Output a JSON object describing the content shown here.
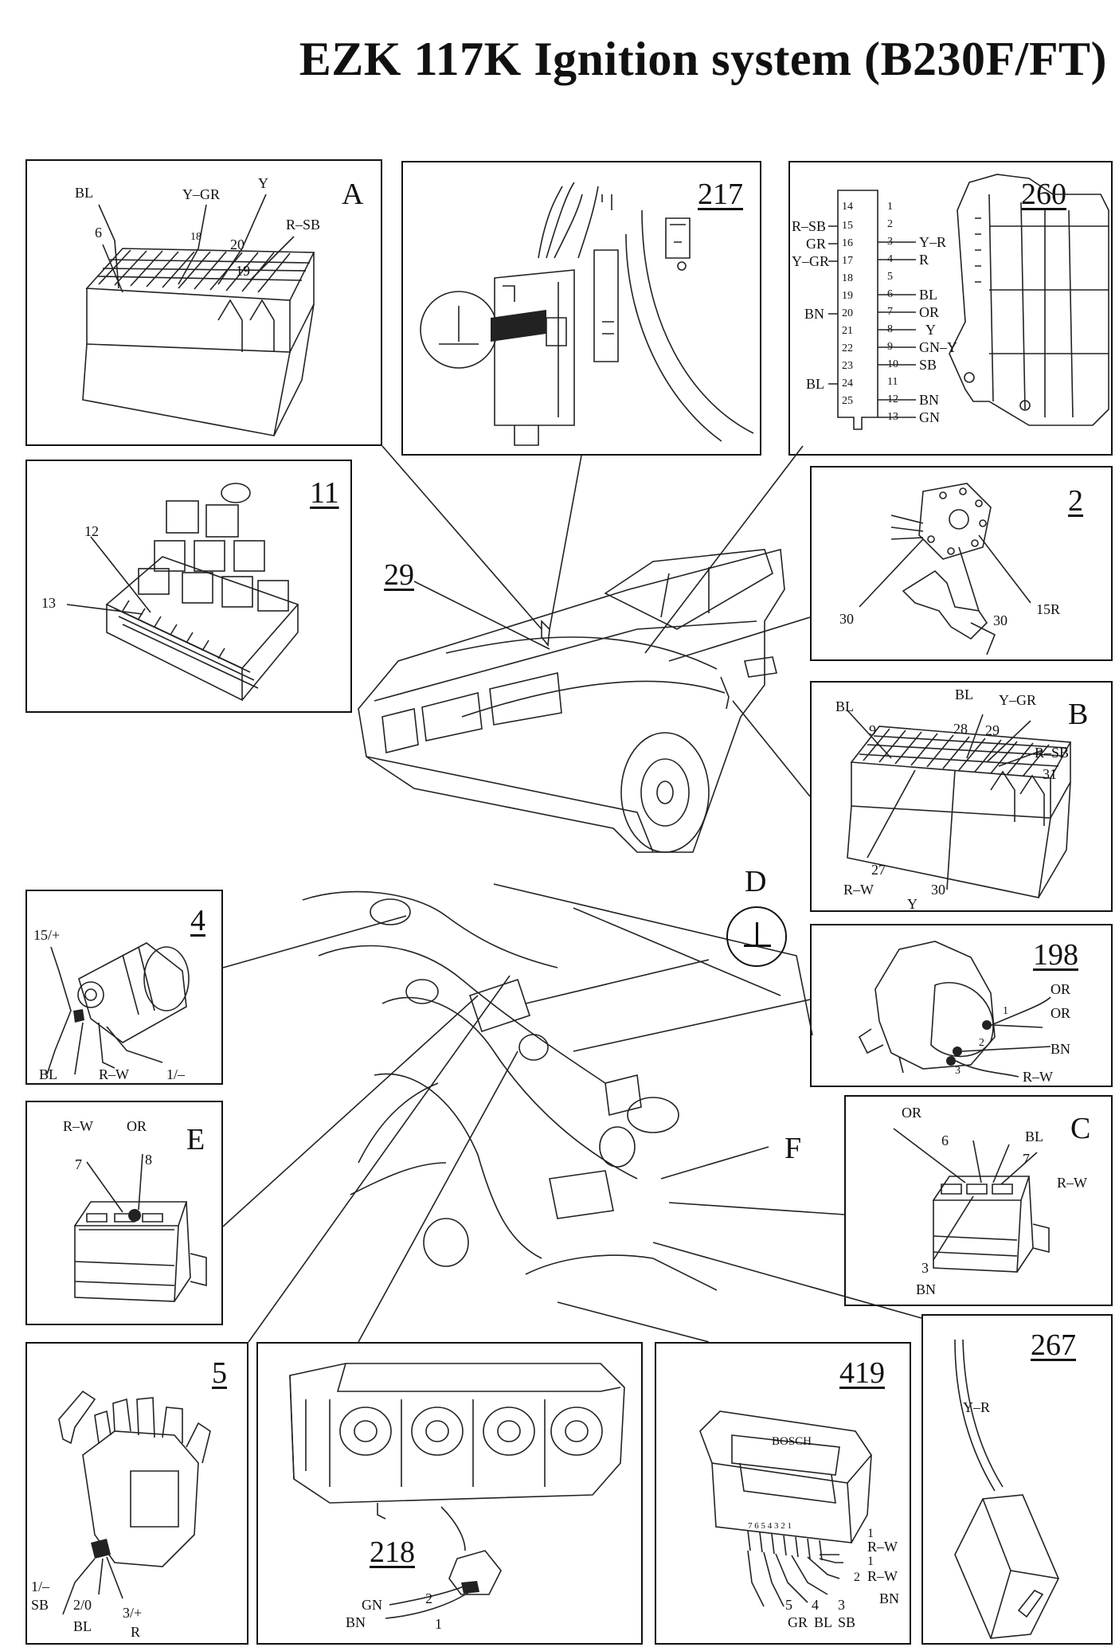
{
  "title": "EZK 117K Ignition system (B230F/FT)",
  "panels": {
    "A": {
      "id": "A",
      "labels": [
        "BL",
        "6",
        "Y–GR",
        "18",
        "Y",
        "20",
        "R–SB",
        "19"
      ]
    },
    "p217": {
      "id": "217"
    },
    "p260": {
      "id": "260",
      "left_pins": [
        {
          "wire": "R–SB",
          "pin": "15"
        },
        {
          "wire": "GR",
          "pin": "16"
        },
        {
          "wire": "Y–GR",
          "pin": "17"
        },
        {
          "wire": "",
          "pin": "18"
        },
        {
          "wire": "",
          "pin": "19"
        },
        {
          "wire": "BN",
          "pin": "20"
        },
        {
          "wire": "",
          "pin": "21"
        },
        {
          "wire": "",
          "pin": "22"
        },
        {
          "wire": "",
          "pin": "23"
        },
        {
          "wire": "BL",
          "pin": "24"
        },
        {
          "wire": "",
          "pin": "25"
        }
      ],
      "top_pin": "14",
      "right_pins": [
        {
          "pin": "1",
          "wire": ""
        },
        {
          "pin": "2",
          "wire": ""
        },
        {
          "pin": "3",
          "wire": "Y–R"
        },
        {
          "pin": "4",
          "wire": "R"
        },
        {
          "pin": "5",
          "wire": ""
        },
        {
          "pin": "6",
          "wire": "BL"
        },
        {
          "pin": "7",
          "wire": "OR"
        },
        {
          "pin": "8",
          "wire": "Y"
        },
        {
          "pin": "9",
          "wire": "GN–Y"
        },
        {
          "pin": "10",
          "wire": "SB"
        },
        {
          "pin": "11",
          "wire": ""
        },
        {
          "pin": "12",
          "wire": "BN"
        },
        {
          "pin": "13",
          "wire": "GN"
        }
      ]
    },
    "p11": {
      "id": "11",
      "labels": [
        "12",
        "13"
      ]
    },
    "p2": {
      "id": "2",
      "labels": [
        "30",
        "30",
        "15R"
      ]
    },
    "B": {
      "id": "B",
      "labels": [
        "BL",
        "9",
        "BL",
        "28",
        "Y–GR",
        "29",
        "R–SB",
        "31",
        "27",
        "R–W",
        "30",
        "Y"
      ]
    },
    "p4": {
      "id": "4",
      "labels": [
        "15/+",
        "BL",
        "R–W",
        "1/–"
      ]
    },
    "p198": {
      "id": "198",
      "labels": [
        "OR",
        "1",
        "OR",
        "2",
        "BN",
        "3",
        "R–W"
      ]
    },
    "E": {
      "id": "E",
      "labels": [
        "R–W",
        "OR",
        "7",
        "8"
      ]
    },
    "C": {
      "id": "C",
      "labels": [
        "OR",
        "6",
        "BL",
        "7",
        "R–W",
        "3",
        "BN"
      ]
    },
    "p5": {
      "id": "5",
      "labels": [
        "1/–",
        "SB",
        "2/0",
        "BL",
        "3/+",
        "R"
      ]
    },
    "p218": {
      "id": "218",
      "labels": [
        "GN",
        "2",
        "BN",
        "1"
      ]
    },
    "p419": {
      "id": "419",
      "brand": "BOSCH",
      "pins": "7 6 5 4 3 2 1",
      "labels": [
        "1",
        "R–W",
        "1",
        "2",
        "R–W",
        "BN",
        "5",
        "GR",
        "4",
        "BL",
        "3",
        "SB"
      ]
    },
    "p267": {
      "id": "267",
      "labels": [
        "Y–R"
      ]
    }
  },
  "center": {
    "car_id": "29",
    "ground_id": "D",
    "ground_symbol": "⊥",
    "fuse_id": "F"
  }
}
